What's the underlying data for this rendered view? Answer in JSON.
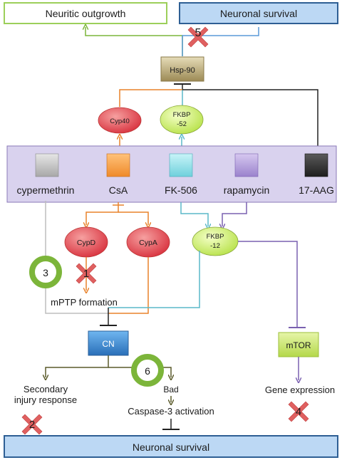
{
  "top_boxes": {
    "neuritic_outgrowth": "Neuritic outgrowth",
    "neuronal_survival_top": "Neuronal survival"
  },
  "hsp90": "Hsp-90",
  "ovals": {
    "cyp40": "Cyp40",
    "fkbp52_line1": "FKBP",
    "fkbp52_line2": "-52",
    "fkbp12_line1": "FKBP",
    "fkbp12_line2": "-12",
    "cypd": "CypD",
    "cypa": "CypA"
  },
  "drugs": [
    {
      "label": "cypermethrin",
      "color": "#c8c8c8"
    },
    {
      "label": "CsA",
      "color": "#f7a24a"
    },
    {
      "label": "FK-506",
      "color": "#8fe0e6"
    },
    {
      "label": "rapamycin",
      "color": "#b9a3de"
    },
    {
      "label": "17-AAG",
      "color": "#3a3a3a"
    }
  ],
  "mptp": "mPTP formation",
  "cn": "CN",
  "mtor": "mTOR",
  "gene_expression": "Gene expression",
  "secondary_line1": "Secondary",
  "secondary_line2": "injury response",
  "bad": "Bad",
  "caspase": "Caspase-3 activation",
  "bottom_box": "Neuronal survival",
  "numbers": {
    "n1": "1",
    "n2": "2",
    "n3": "3",
    "n4": "4",
    "n5": "5",
    "n6": "6"
  },
  "colors": {
    "orange": "#e8822a",
    "cyan": "#5ab8c8",
    "purple": "#7a60b0",
    "olive": "#5a5a2a",
    "green_ring": "#7cb53a",
    "red_x": "#e06060",
    "panel": "#d9d2ee",
    "box_blue": "#bcd8f4"
  }
}
